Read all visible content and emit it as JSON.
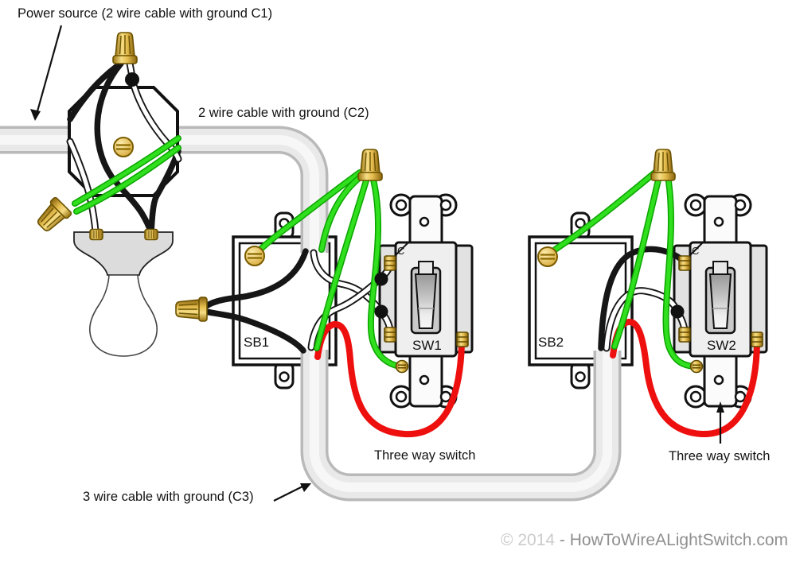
{
  "labels": {
    "power_source": "Power source (2 wire cable with ground C1)",
    "cable_c2": "2 wire cable with ground (C2)",
    "cable_c3": "3 wire cable with ground (C3)",
    "box1": "SB1",
    "box2": "SB2",
    "switch1": "SW1",
    "switch2": "SW2",
    "common_terminal": "C",
    "three_way_switch": "Three way switch"
  },
  "footer": {
    "year": "© 2014",
    "site": "- HowToWireALightSwitch.com"
  },
  "colors": {
    "wire_black": "#161616",
    "wire_white": "#ffffff",
    "wire_green": "#30df1d",
    "wire_red": "#ee0f0f",
    "brass": "#e5bd4e",
    "cable_sheath": "#e9e9e9"
  }
}
